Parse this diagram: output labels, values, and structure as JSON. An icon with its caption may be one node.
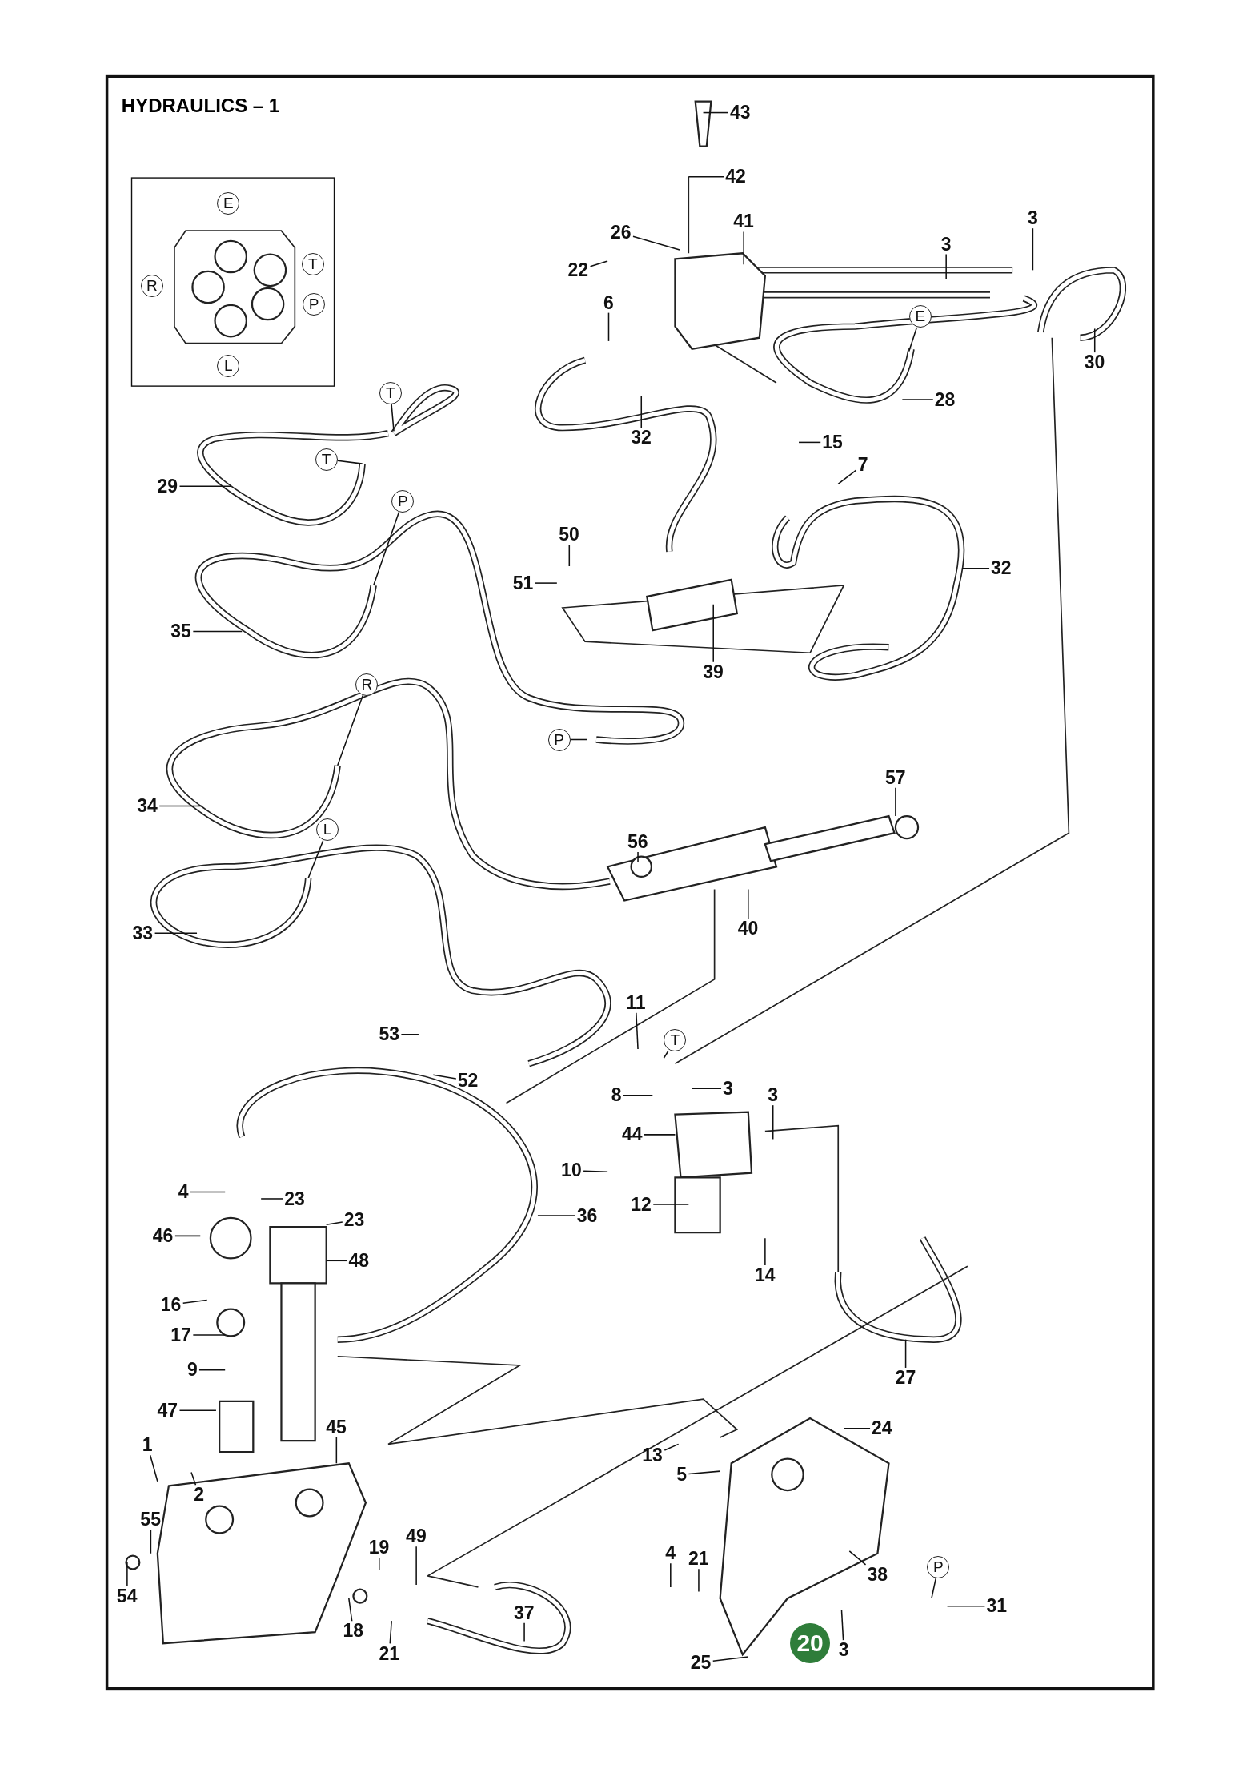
{
  "diagram": {
    "title": "HYDRAULICS – 1",
    "nodes": [
      {
        "text": [
          "43"
        ]
      },
      {
        "text": [
          "42"
        ]
      },
      {
        "text": [
          "41"
        ]
      },
      {
        "text": [
          "26"
        ]
      },
      {
        "text": [
          "22"
        ]
      },
      {
        "text": [
          "6"
        ]
      },
      {
        "text": [
          "3"
        ]
      },
      {
        "text": [
          "3"
        ]
      },
      {
        "text": [
          "E"
        ]
      },
      {
        "text": [
          "30"
        ]
      },
      {
        "text": [
          "28"
        ]
      },
      {
        "text": [
          "32"
        ]
      },
      {
        "text": [
          "15"
        ]
      },
      {
        "text": [
          "7"
        ]
      },
      {
        "text": [
          "T"
        ]
      },
      {
        "text": [
          "T"
        ]
      },
      {
        "text": [
          "29"
        ]
      },
      {
        "text": [
          "P"
        ]
      },
      {
        "text": [
          "50"
        ]
      },
      {
        "text": [
          "51"
        ]
      },
      {
        "text": [
          "32"
        ]
      },
      {
        "text": [
          "35"
        ]
      },
      {
        "text": [
          "39"
        ]
      },
      {
        "text": [
          "R"
        ]
      },
      {
        "text": [
          "P"
        ]
      },
      {
        "text": [
          "57"
        ]
      },
      {
        "text": [
          "L"
        ]
      },
      {
        "text": [
          "34"
        ]
      },
      {
        "text": [
          "56"
        ]
      },
      {
        "text": [
          "40"
        ]
      },
      {
        "text": [
          "33"
        ]
      },
      {
        "text": [
          "11"
        ]
      },
      {
        "text": [
          "T"
        ]
      },
      {
        "text": [
          "53"
        ]
      },
      {
        "text": [
          "52"
        ]
      },
      {
        "text": [
          "8"
        ]
      },
      {
        "text": [
          "3"
        ]
      },
      {
        "text": [
          "3"
        ]
      },
      {
        "text": [
          "44"
        ]
      },
      {
        "text": [
          "10"
        ]
      },
      {
        "text": [
          "4"
        ]
      },
      {
        "text": [
          "23"
        ]
      },
      {
        "text": [
          "12"
        ]
      },
      {
        "text": [
          "36"
        ]
      },
      {
        "text": [
          "23"
        ]
      },
      {
        "text": [
          "46"
        ]
      },
      {
        "text": [
          "48"
        ]
      },
      {
        "text": [
          "14"
        ]
      },
      {
        "text": [
          "16"
        ]
      },
      {
        "text": [
          "17"
        ]
      },
      {
        "text": [
          "9"
        ]
      },
      {
        "text": [
          "27"
        ]
      },
      {
        "text": [
          "47"
        ]
      },
      {
        "text": [
          "45"
        ]
      },
      {
        "text": [
          "24"
        ]
      },
      {
        "text": [
          "1"
        ]
      },
      {
        "text": [
          "13"
        ]
      },
      {
        "text": [
          "5"
        ]
      },
      {
        "text": [
          "2"
        ]
      },
      {
        "text": [
          "55"
        ]
      },
      {
        "text": [
          "49"
        ]
      },
      {
        "text": [
          "19"
        ]
      },
      {
        "text": [
          "4"
        ]
      },
      {
        "text": [
          "21"
        ]
      },
      {
        "text": [
          "P"
        ]
      },
      {
        "text": [
          "38"
        ]
      },
      {
        "text": [
          "54"
        ]
      },
      {
        "text": [
          "31"
        ]
      },
      {
        "text": [
          "37"
        ]
      },
      {
        "text": [
          "18"
        ]
      },
      {
        "text": [
          "3"
        ]
      },
      {
        "text": [
          "21"
        ]
      },
      {
        "text": [
          "25"
        ]
      },
      {
        "text": [
          "20"
        ]
      },
      {
        "text": [
          "E"
        ]
      },
      {
        "text": [
          "T"
        ]
      },
      {
        "text": [
          "R"
        ]
      },
      {
        "text": [
          "P"
        ]
      },
      {
        "text": [
          "L"
        ]
      }
    ],
    "edges": [
      {
        "from": 0,
        "to": null,
        "arrow": "none"
      },
      {
        "from": 1,
        "to": null,
        "arrow": "none"
      },
      {
        "from": 2,
        "to": null,
        "arrow": "none"
      },
      {
        "from": 3,
        "to": null,
        "arrow": "none"
      },
      {
        "from": 4,
        "to": null,
        "arrow": "none"
      },
      {
        "from": 5,
        "to": null,
        "arrow": "none"
      },
      {
        "from": 6,
        "to": null,
        "arrow": "none"
      },
      {
        "from": 7,
        "to": null,
        "arrow": "none"
      },
      {
        "from": 8,
        "to": null,
        "arrow": "none"
      },
      {
        "from": 9,
        "to": null,
        "arrow": "none"
      },
      {
        "from": 10,
        "to": null,
        "arrow": "none"
      },
      {
        "from": 11,
        "to": null,
        "arrow": "none"
      },
      {
        "from": 12,
        "to": null,
        "arrow": "none"
      },
      {
        "from": 13,
        "to": null,
        "arrow": "none"
      },
      {
        "from": 14,
        "to": null,
        "arrow": "none"
      },
      {
        "from": 15,
        "to": null,
        "arrow": "none"
      },
      {
        "from": 16,
        "to": null,
        "arrow": "none"
      },
      {
        "from": 17,
        "to": null,
        "arrow": "none"
      },
      {
        "from": 18,
        "to": null,
        "arrow": "none"
      },
      {
        "from": 19,
        "to": null,
        "arrow": "none"
      },
      {
        "from": 20,
        "to": null,
        "arrow": "none"
      },
      {
        "from": 21,
        "to": null,
        "arrow": "none"
      },
      {
        "from": 22,
        "to": null,
        "arrow": "none"
      },
      {
        "from": 23,
        "to": null,
        "arrow": "none"
      },
      {
        "from": 24,
        "to": null,
        "arrow": "none"
      },
      {
        "from": 25,
        "to": null,
        "arrow": "none"
      },
      {
        "from": 26,
        "to": null,
        "arrow": "none"
      },
      {
        "from": 27,
        "to": null,
        "arrow": "none"
      },
      {
        "from": 28,
        "to": null,
        "arrow": "none"
      },
      {
        "from": 29,
        "to": null,
        "arrow": "none"
      },
      {
        "from": 30,
        "to": null,
        "arrow": "none"
      },
      {
        "from": 31,
        "to": null,
        "arrow": "none"
      },
      {
        "from": 32,
        "to": null,
        "arrow": "none"
      },
      {
        "from": 33,
        "to": null,
        "arrow": "none"
      },
      {
        "from": 34,
        "to": null,
        "arrow": "none"
      },
      {
        "from": 35,
        "to": null,
        "arrow": "none"
      },
      {
        "from": 36,
        "to": null,
        "arrow": "none"
      },
      {
        "from": 37,
        "to": null,
        "arrow": "none"
      },
      {
        "from": 38,
        "to": null,
        "arrow": "none"
      },
      {
        "from": 39,
        "to": null,
        "arrow": "none"
      },
      {
        "from": 40,
        "to": null,
        "arrow": "none"
      },
      {
        "from": 41,
        "to": null,
        "arrow": "none"
      },
      {
        "from": 42,
        "to": null,
        "arrow": "none"
      },
      {
        "from": 43,
        "to": null,
        "arrow": "none"
      },
      {
        "from": 44,
        "to": null,
        "arrow": "none"
      },
      {
        "from": 45,
        "to": null,
        "arrow": "none"
      },
      {
        "from": 46,
        "to": null,
        "arrow": "none"
      },
      {
        "from": 47,
        "to": null,
        "arrow": "none"
      },
      {
        "from": 48,
        "to": null,
        "arrow": "none"
      },
      {
        "from": 49,
        "to": null,
        "arrow": "none"
      },
      {
        "from": 50,
        "to": null,
        "arrow": "none"
      },
      {
        "from": 51,
        "to": null,
        "arrow": "none"
      },
      {
        "from": 52,
        "to": null,
        "arrow": "none"
      },
      {
        "from": 53,
        "to": null,
        "arrow": "none"
      },
      {
        "from": 54,
        "to": null,
        "arrow": "none"
      },
      {
        "from": 55,
        "to": null,
        "arrow": "none"
      },
      {
        "from": 56,
        "to": null,
        "arrow": "none"
      },
      {
        "from": 57,
        "to": null,
        "arrow": "none"
      },
      {
        "from": 58,
        "to": null,
        "arrow": "none"
      },
      {
        "from": 59,
        "to": null,
        "arrow": "none"
      },
      {
        "from": 60,
        "to": null,
        "arrow": "none"
      },
      {
        "from": 61,
        "to": null,
        "arrow": "none"
      },
      {
        "from": 62,
        "to": null,
        "arrow": "none"
      },
      {
        "from": 63,
        "to": null,
        "arrow": "none"
      },
      {
        "from": 64,
        "to": null,
        "arrow": "none"
      },
      {
        "from": 65,
        "to": null,
        "arrow": "none"
      },
      {
        "from": 66,
        "to": null,
        "arrow": "none"
      },
      {
        "from": 67,
        "to": null,
        "arrow": "none"
      },
      {
        "from": 68,
        "to": null,
        "arrow": "none"
      },
      {
        "from": 69,
        "to": null,
        "arrow": "none"
      },
      {
        "from": 70,
        "to": null,
        "arrow": "none"
      },
      {
        "from": 71,
        "to": null,
        "arrow": "none"
      },
      {
        "from": 72,
        "to": null,
        "arrow": "none"
      }
    ]
  }
}
